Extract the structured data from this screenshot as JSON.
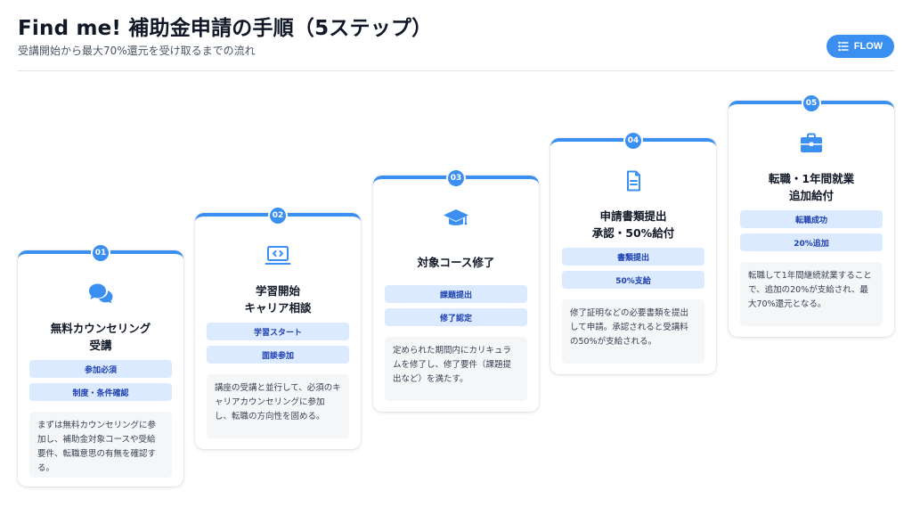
{
  "header": {
    "title": "Find me! 補助金申請の手順（5ステップ）",
    "subtitle": "受講開始から最大70%還元を受け取るまでの流れ",
    "flow_label": "FLOW"
  },
  "colors": {
    "accent": "#3b8ff0",
    "tag_bg": "#dbeafe",
    "tag_text": "#1e40af",
    "desc_bg": "#f5f6f8"
  },
  "steps": [
    {
      "number": "01",
      "icon": "chat-bubbles-icon",
      "title": "無料カウンセリング\n受講",
      "tags": [
        "参加必須",
        "制度・条件確認"
      ],
      "description": "まずは無料カウンセリングに参加し、補助金対象コースや受給要件、転職意思の有無を確認する。"
    },
    {
      "number": "02",
      "icon": "laptop-code-icon",
      "title": "学習開始\nキャリア相談",
      "tags": [
        "学習スタート",
        "面談参加"
      ],
      "description": "講座の受講と並行して、必須のキャリアカウンセリングに参加し、転職の方向性を固める。"
    },
    {
      "number": "03",
      "icon": "graduation-cap-icon",
      "title": "対象コース修了",
      "tags": [
        "課題提出",
        "修了認定"
      ],
      "description": "定められた期間内にカリキュラムを修了し、修了要件（課題提出など）を満たす。"
    },
    {
      "number": "04",
      "icon": "document-icon",
      "title": "申請書類提出\n承認・50%給付",
      "tags": [
        "書類提出",
        "50%支給"
      ],
      "description": "修了証明などの必要書類を提出して申請。承認されると受講料の50%が支給される。"
    },
    {
      "number": "05",
      "icon": "briefcase-icon",
      "title": "転職・1年間就業\n追加給付",
      "tags": [
        "転職成功",
        "20%追加"
      ],
      "description": "転職して1年間継続就業することで、追加の20%が支給され、最大70%還元となる。"
    }
  ]
}
